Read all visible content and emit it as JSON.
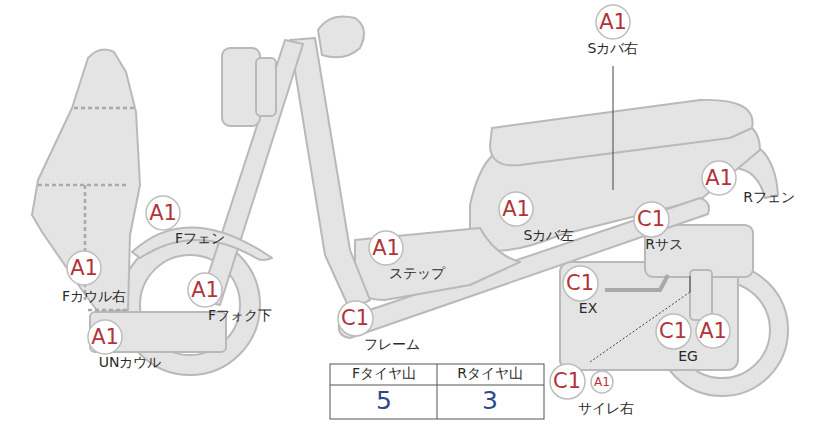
{
  "diagram": {
    "nodes": [
      {
        "text": [
          "A1"
        ]
      },
      {
        "text": [
          "A1"
        ]
      },
      {
        "text": [
          "A1"
        ]
      },
      {
        "text": [
          "A1"
        ]
      },
      {
        "text": [
          "C1"
        ]
      },
      {
        "text": [
          "A1"
        ]
      },
      {
        "text": [
          "A1"
        ]
      },
      {
        "text": [
          "C1"
        ]
      },
      {
        "text": [
          "A1"
        ]
      },
      {
        "text": [
          "C1"
        ]
      },
      {
        "text": [
          "A1"
        ]
      },
      {
        "text": [
          "C1"
        ]
      },
      {
        "text": [
          "A1"
        ]
      },
      {
        "text": [
          "C1"
        ]
      },
      {
        "text": [
          "A1"
        ]
      }
    ],
    "labels": [
      "Sカバ右",
      "Rフェン",
      "Fフェン",
      "Sカバ左",
      "Rサス",
      "ステップ",
      "Fカウル右",
      "EX",
      "Fフォク下",
      "フレーム",
      "UNカウル",
      "EG",
      "サイレ右",
      "Fタイヤ山",
      "Rタイヤ山",
      "5",
      "3"
    ]
  }
}
